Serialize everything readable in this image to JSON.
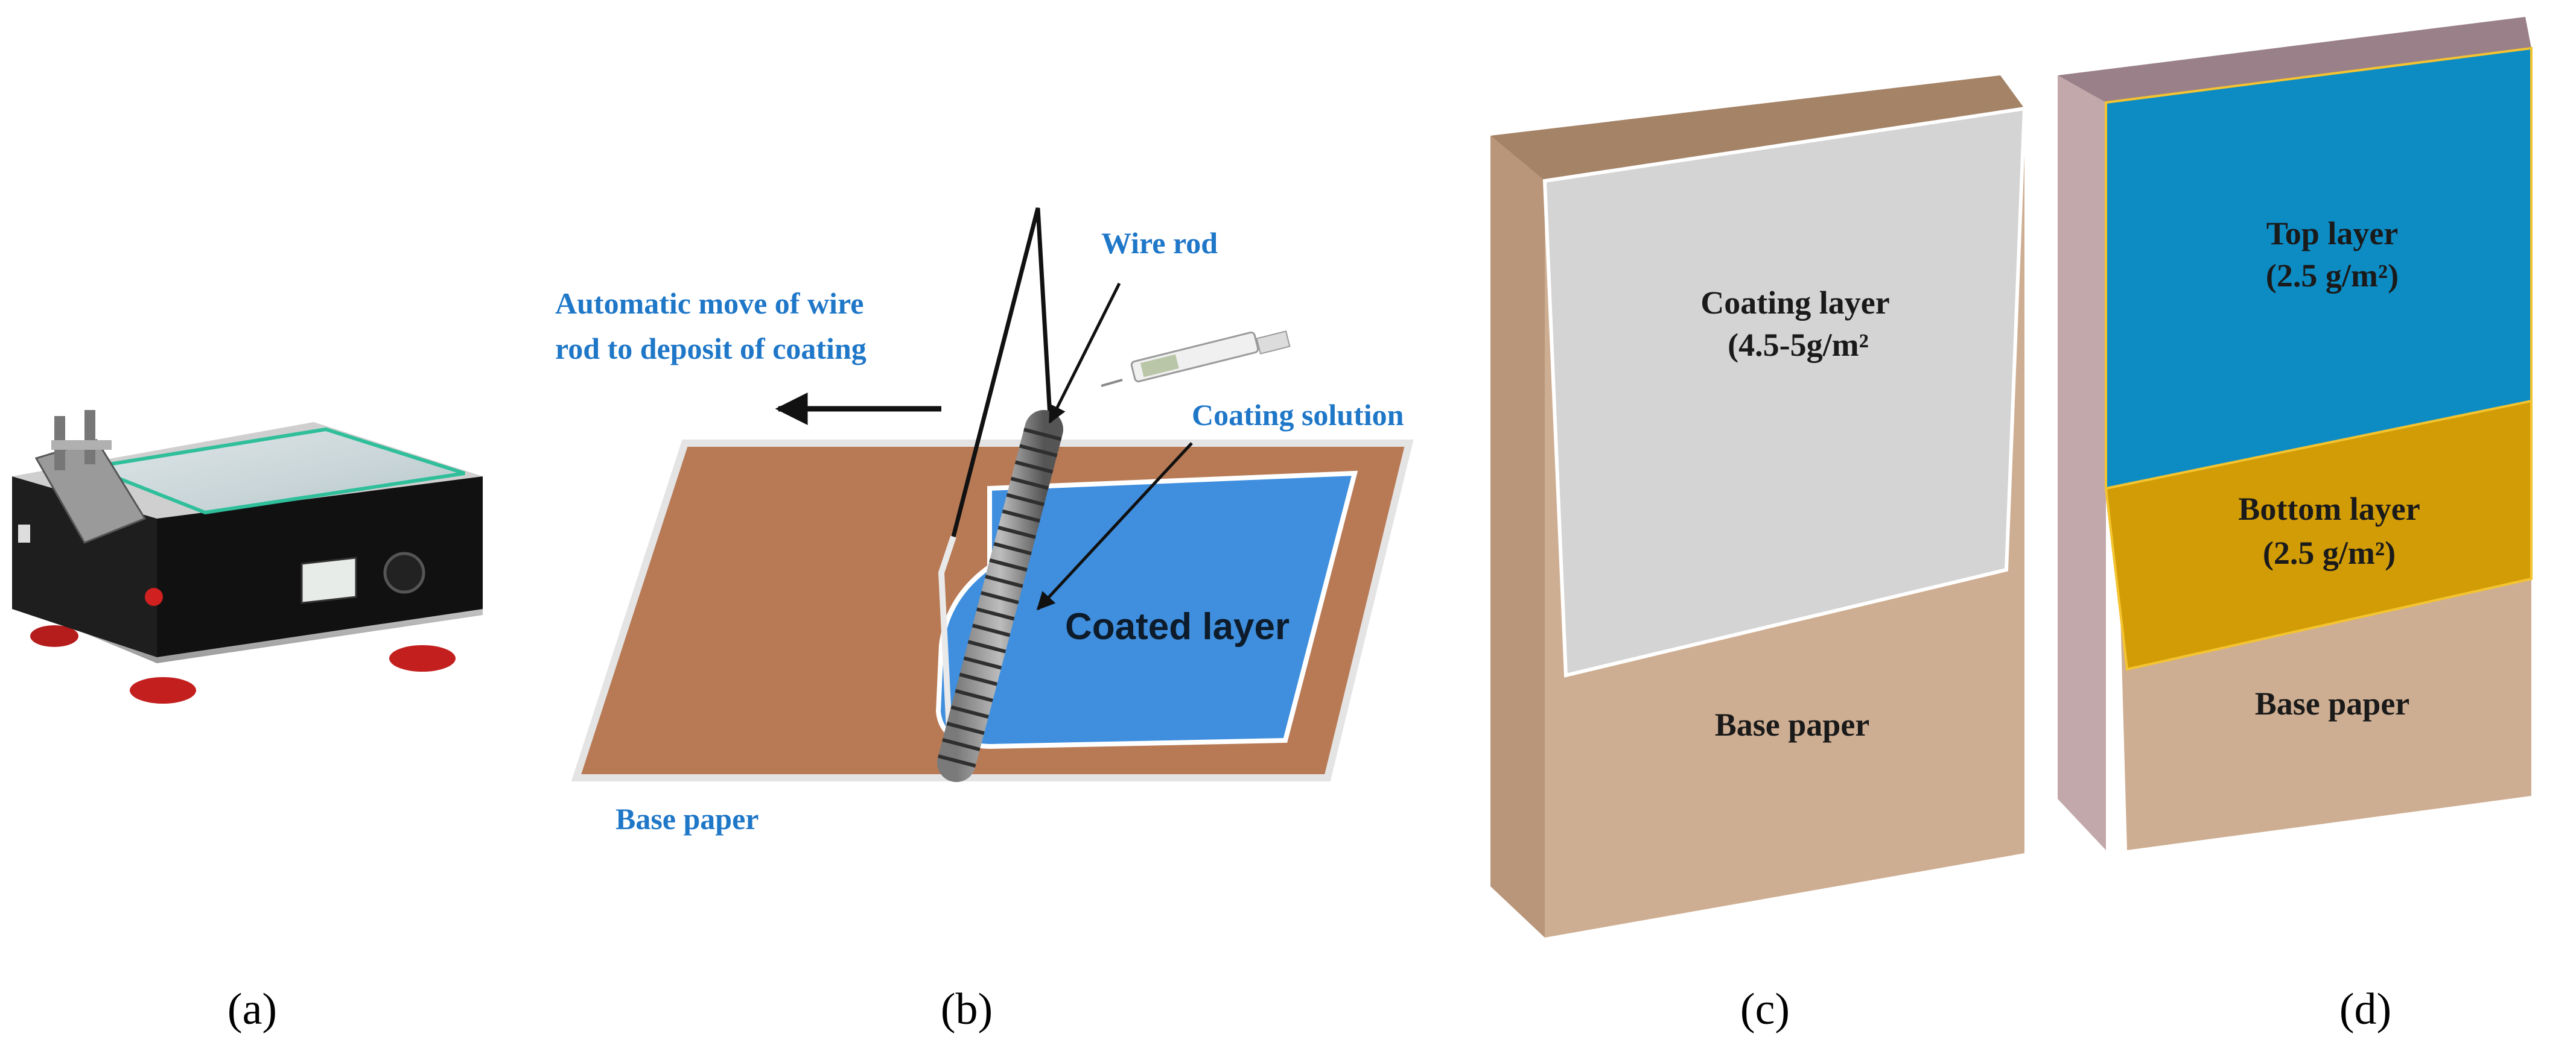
{
  "panels": {
    "a": {
      "caption": "(a)"
    },
    "b": {
      "caption": "(b)",
      "move_label_line1": "Automatic move of wire",
      "move_label_line2": "rod to deposit of coating",
      "wire_rod_label": "Wire rod",
      "coating_solution_label": "Coating solution",
      "coated_layer_label": "Coated layer",
      "base_paper_label": "Base paper"
    },
    "c": {
      "caption": "(c)",
      "coating_layer_label": "Coating layer",
      "coating_layer_amount": "(4.5-5g/m²",
      "base_paper_label": "Base paper"
    },
    "d": {
      "caption": "(d)",
      "top_layer_label": "Top layer",
      "top_layer_amount": "(2.5 g/m²)",
      "bottom_layer_label": "Bottom layer",
      "bottom_layer_amount": "(2.5 g/m²)",
      "base_paper_label": "Base paper"
    }
  },
  "colors": {
    "label_blue": "#1f77c8",
    "paper_brown": "#b87a55",
    "coated_blue": "#3f8fde",
    "block_side": "#ad8a6e",
    "block_face_base": "#ceae92",
    "coating_gray": "#d4d4d4",
    "top_layer_blue": "#0d8cc4",
    "bottom_layer_gold": "#d19c06"
  }
}
